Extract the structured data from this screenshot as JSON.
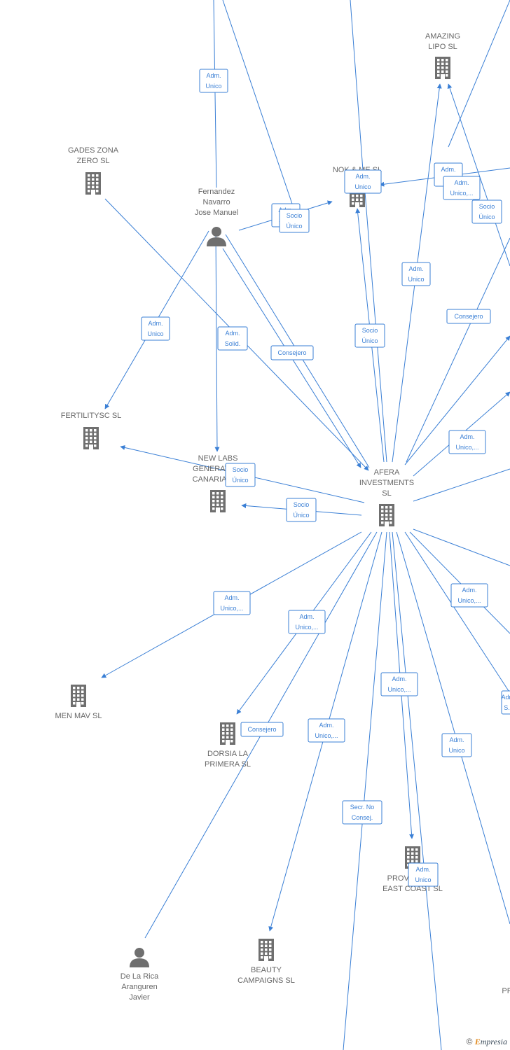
{
  "footer": {
    "copyright": "©",
    "brand_initial": "E",
    "brand_rest": "mpresia"
  },
  "nodes": [
    {
      "id": "amazing",
      "type": "company",
      "lines": [
        "AMAZING",
        "LIPO  SL"
      ]
    },
    {
      "id": "gades",
      "type": "company",
      "lines": [
        "GADES ZONA",
        "ZERO  SL"
      ]
    },
    {
      "id": "nok",
      "type": "company",
      "lines": [
        "NOK & ME SL"
      ]
    },
    {
      "id": "fernandez",
      "type": "person",
      "lines": [
        "Fernandez",
        "Navarro",
        "Jose Manuel"
      ]
    },
    {
      "id": "fertility",
      "type": "company",
      "lines": [
        "FERTILITYSC SL"
      ]
    },
    {
      "id": "newlabs",
      "type": "company",
      "lines": [
        "NEW LABS",
        "GENERATION",
        "CANARIAS SL"
      ]
    },
    {
      "id": "afera",
      "type": "company",
      "lines": [
        "AFERA",
        "INVESTMENTS",
        "SL"
      ]
    },
    {
      "id": "menmav",
      "type": "company",
      "lines": [
        "MEN MAV  SL"
      ]
    },
    {
      "id": "dorsia",
      "type": "company",
      "lines": [
        "DORSIA LA",
        "PRIMERA SL"
      ]
    },
    {
      "id": "prov",
      "type": "company",
      "lines": [
        "PROVIDENCE",
        "EAST COAST SL"
      ]
    },
    {
      "id": "delarica",
      "type": "person",
      "lines": [
        "De La Rica",
        "Aranguren",
        "Javier"
      ]
    },
    {
      "id": "beauty",
      "type": "company",
      "lines": [
        "BEAUTY",
        "CAMPAIGNS  SL"
      ]
    },
    {
      "id": "pr_edge",
      "type": "text",
      "lines": [
        "PR"
      ]
    }
  ],
  "edge_labels": [
    {
      "id": "l1",
      "lines": [
        "Adm.",
        "Unico"
      ]
    },
    {
      "id": "l2",
      "lines": [
        "Adm.",
        "Unico,..."
      ]
    },
    {
      "id": "l3",
      "lines": [
        "Adm.",
        "S..."
      ]
    },
    {
      "id": "l4",
      "lines": [
        "Adm.",
        "Unico,..."
      ]
    },
    {
      "id": "l5",
      "lines": [
        "Socio",
        "Único"
      ]
    },
    {
      "id": "l6",
      "lines": [
        "Adm.",
        "Sol..."
      ]
    },
    {
      "id": "l7",
      "lines": [
        "Socio",
        "Único"
      ]
    },
    {
      "id": "l8",
      "lines": [
        "Adm.",
        "Unico"
      ]
    },
    {
      "id": "l9",
      "lines": [
        "Consejero"
      ]
    },
    {
      "id": "l10",
      "lines": [
        "Socio",
        "Único"
      ]
    },
    {
      "id": "l11",
      "lines": [
        "Adm.",
        "Unico"
      ]
    },
    {
      "id": "l12",
      "lines": [
        "Adm.",
        "Unico"
      ]
    },
    {
      "id": "l13",
      "lines": [
        "Adm.",
        "Solid."
      ]
    },
    {
      "id": "l14",
      "lines": [
        "Consejero"
      ]
    },
    {
      "id": "l15",
      "lines": [
        "Adm.",
        "Unico,..."
      ]
    },
    {
      "id": "l16",
      "lines": [
        "Socio",
        "Único"
      ]
    },
    {
      "id": "l17",
      "lines": [
        "Socio",
        "Único"
      ]
    },
    {
      "id": "l18",
      "lines": [
        "Adm.",
        "Unico,..."
      ]
    },
    {
      "id": "l19",
      "lines": [
        "Adm.",
        "Unico,..."
      ]
    },
    {
      "id": "l20",
      "lines": [
        "Adm.",
        "Unico,..."
      ]
    },
    {
      "id": "l21",
      "lines": [
        "Adm.",
        "Unico,..."
      ]
    },
    {
      "id": "l22",
      "lines": [
        "Consejero"
      ]
    },
    {
      "id": "l23",
      "lines": [
        "Adm.",
        "S..."
      ]
    },
    {
      "id": "l24",
      "lines": [
        "Adm.",
        "Unico"
      ]
    },
    {
      "id": "l25",
      "lines": [
        "Adm.",
        "Unico,..."
      ]
    },
    {
      "id": "l26",
      "lines": [
        "Secr.  No",
        "Consej."
      ]
    },
    {
      "id": "l27",
      "lines": [
        "Adm.",
        "Unico"
      ]
    }
  ]
}
